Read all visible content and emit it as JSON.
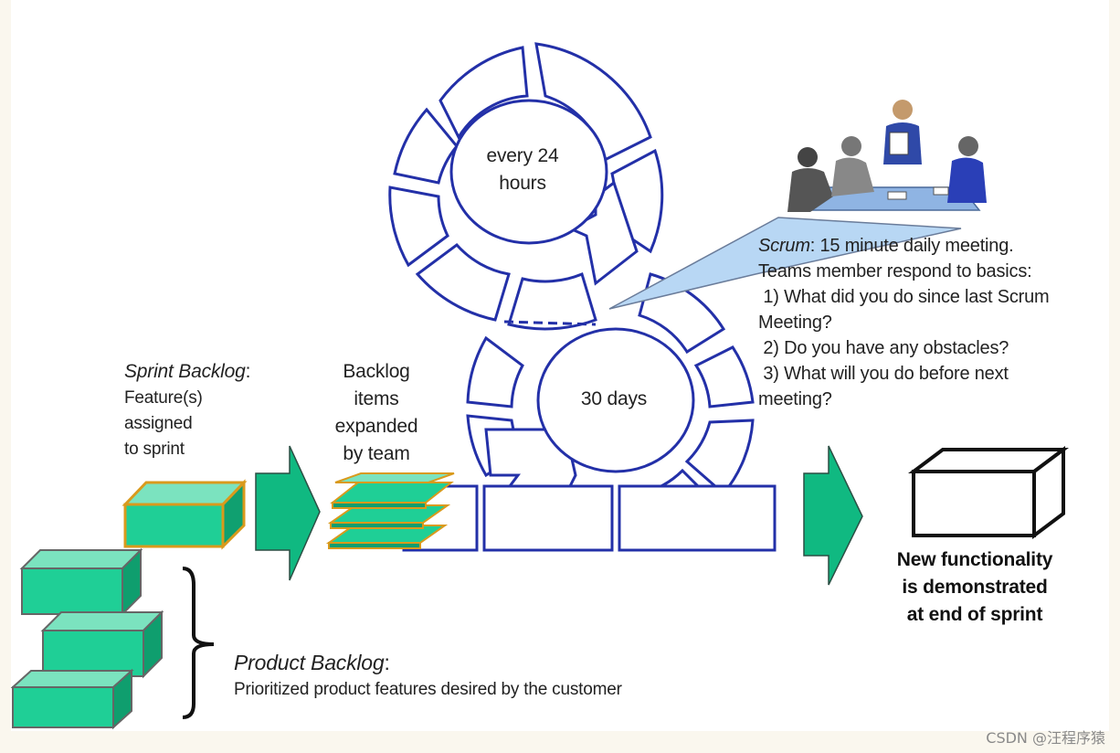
{
  "cycle": {
    "daily_label_line1": "every 24",
    "daily_label_line2": "hours",
    "sprint_label": "30 days"
  },
  "sprint_backlog": {
    "title": "Sprint Backlog",
    "colon": ":",
    "line1": "Feature(s)",
    "line2": "assigned",
    "line3": "to sprint"
  },
  "expanded_items": {
    "line1": "Backlog",
    "line2": "items",
    "line3": "expanded",
    "line4": "by team"
  },
  "scrum_note": {
    "term": "Scrum",
    "line1_rest": ": 15 minute daily meeting.",
    "line2": "Teams member respond to basics:",
    "line3": " 1) What did you do since last Scrum",
    "line4": "Meeting?",
    "line5": " 2) Do you have any obstacles?",
    "line6": " 3) What will you do before next",
    "line7": "meeting?"
  },
  "result": {
    "line1": "New functionality",
    "line2": "is demonstrated",
    "line3": "at end of sprint"
  },
  "product_backlog": {
    "title": "Product Backlog",
    "colon": ":",
    "description": "Prioritized product features desired by the customer"
  },
  "watermark": "CSDN @汪程序猿",
  "colors": {
    "cycle_stroke": "#2330a8",
    "box_fill": "#1fcf96",
    "box_edge": "#d99a1c",
    "arrow_fill": "#10b981",
    "callout_fill": "#b8d7f4"
  }
}
